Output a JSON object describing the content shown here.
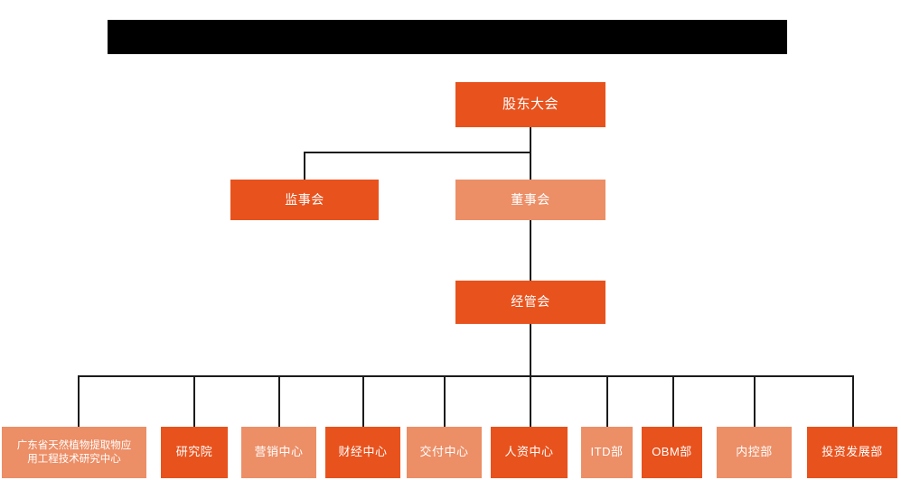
{
  "diagram": {
    "type": "organization-chart",
    "title_bar": {
      "label": "",
      "redacted": true
    },
    "colors": {
      "primary": "#E8521D",
      "secondary": "#EC8E66",
      "connector": "#1b1b1b",
      "background": "#ffffff",
      "text": "#ffffff",
      "redaction": "#000000"
    },
    "levels": [
      {
        "level": 1,
        "nodes": [
          {
            "id": "shareholders",
            "label": "股东大会",
            "style": "primary"
          }
        ]
      },
      {
        "level": 2,
        "nodes": [
          {
            "id": "supervisors",
            "label": "监事会",
            "style": "primary"
          },
          {
            "id": "directors",
            "label": "董事会",
            "style": "secondary"
          }
        ]
      },
      {
        "level": 3,
        "nodes": [
          {
            "id": "management",
            "label": "经管会",
            "style": "primary"
          }
        ]
      },
      {
        "level": 4,
        "nodes": [
          {
            "id": "engineering-center",
            "label": "广东省天然植物提取物应\n用工程技术研究中心",
            "style": "secondary"
          },
          {
            "id": "research-institute",
            "label": "研究院",
            "style": "primary"
          },
          {
            "id": "marketing-center",
            "label": "营销中心",
            "style": "secondary"
          },
          {
            "id": "finance-center",
            "label": "财经中心",
            "style": "primary"
          },
          {
            "id": "delivery-center",
            "label": "交付中心",
            "style": "secondary"
          },
          {
            "id": "hr-center",
            "label": "人资中心",
            "style": "primary"
          },
          {
            "id": "itd-dept",
            "label": "ITD部",
            "style": "secondary"
          },
          {
            "id": "obm-dept",
            "label": "OBM部",
            "style": "primary"
          },
          {
            "id": "internal-control-dept",
            "label": "内控部",
            "style": "secondary"
          },
          {
            "id": "investment-development-dept",
            "label": "投资发展部",
            "style": "primary"
          }
        ]
      }
    ]
  }
}
